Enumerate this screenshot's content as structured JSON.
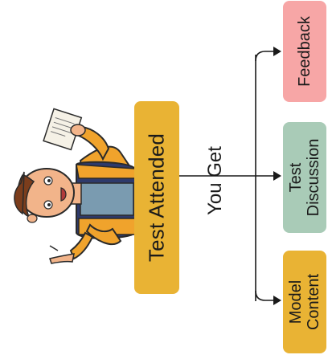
{
  "center": {
    "label": "Test Attended"
  },
  "connector": {
    "label": "You Get"
  },
  "outcomes": [
    {
      "label": "Feedback",
      "color": "#f7a6a6"
    },
    {
      "label": "Test\nDiscussion",
      "color": "#a9cbb7"
    },
    {
      "label": "Model\nContent",
      "color": "#e9b334"
    }
  ],
  "colors": {
    "center_box": "#e9b334",
    "line": "#1a1a1a"
  },
  "illustration": "student-holding-test-paper"
}
